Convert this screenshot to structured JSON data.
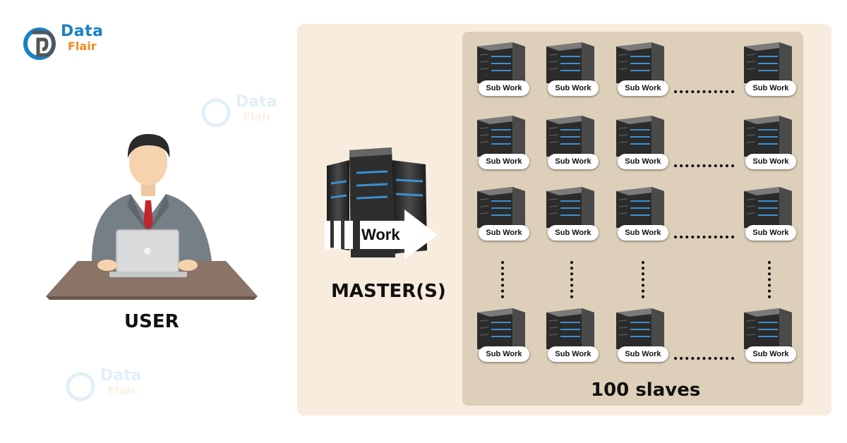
{
  "logo": {
    "line1": "Data",
    "line2": "Flair"
  },
  "watermark": {
    "line1": "Data",
    "line2": "Flair"
  },
  "user": {
    "label": "USER"
  },
  "master": {
    "label": "MASTER(S)",
    "work_label": "Work"
  },
  "slaves": {
    "label": "100 slaves",
    "sub_work_label": "Sub Work",
    "rows": 4,
    "cols": 4
  }
}
